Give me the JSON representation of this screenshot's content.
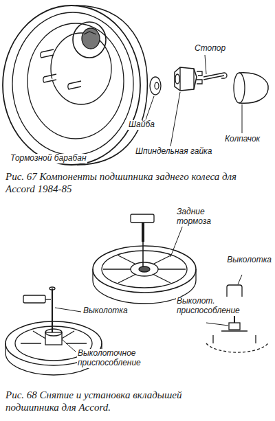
{
  "diagram": {
    "labels": [
      "Стопор",
      "Шайба",
      "Тормозной барабан",
      "Шпиндельная гайка",
      "Колпачок",
      "Рис. 67 Компоненты подшипника заднего колеса для Accord 1984-85",
      "Задние тормоза",
      "Выколотка",
      "Выколотка",
      "Выколот. приспособление",
      "Выколоточное приспособление",
      "Рис. 68 Снятие и установка вкладышей подшипника для Accord."
    ]
  }
}
